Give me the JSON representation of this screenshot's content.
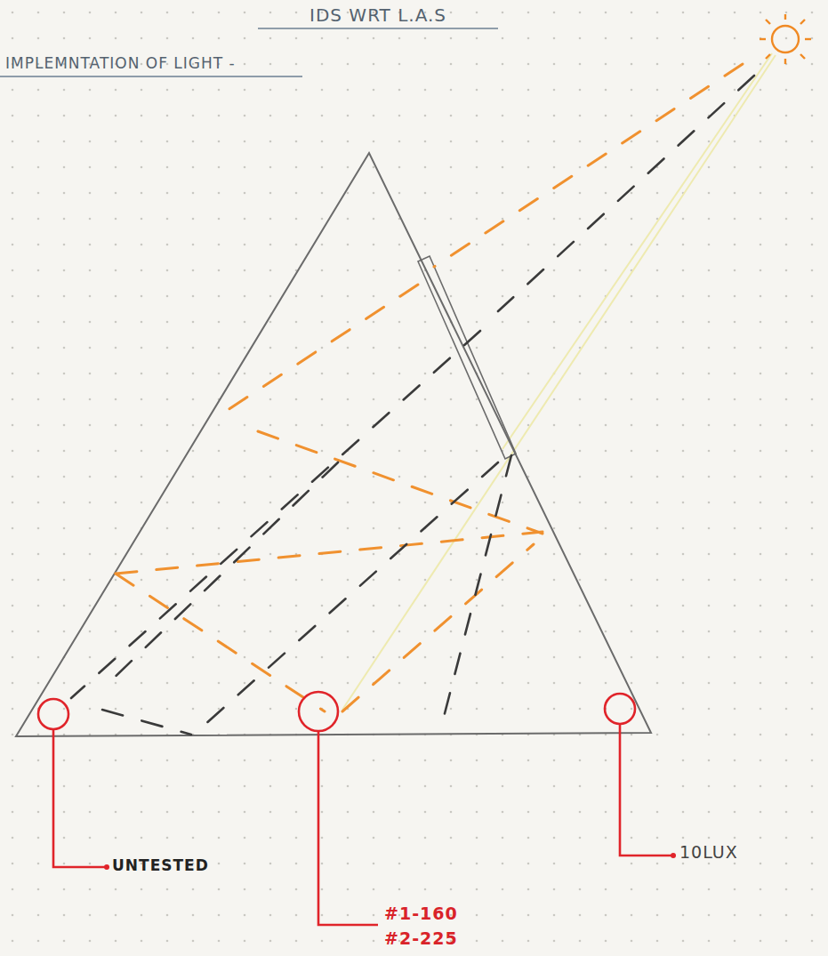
{
  "diagram": {
    "title": "IDS WRT L.A.S",
    "labels": [
      "IMPLEMNTATION OF LIGHT -",
      "UNTESTED",
      "#1-160",
      "#2-225",
      "10LUX"
    ]
  }
}
